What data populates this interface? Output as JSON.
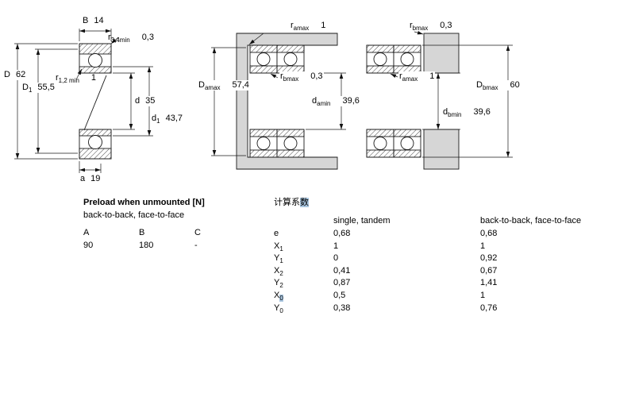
{
  "page": {
    "background": "#ffffff",
    "line_color": "#1a1a1a",
    "shading_color": "#d6d6d6"
  },
  "left_drawing": {
    "dims": {
      "B": {
        "pre": "B",
        "sub": "",
        "value": "14"
      },
      "r34": {
        "pre": "r",
        "sub": "3,4min",
        "value": "0,3"
      },
      "D": {
        "pre": "D",
        "sub": "",
        "value": "62"
      },
      "D1": {
        "pre": "D",
        "sub": "1",
        "value": "55,5"
      },
      "r12": {
        "pre": "r",
        "sub": "1,2 min",
        "value": "1"
      },
      "d": {
        "pre": "d",
        "sub": "",
        "value": "35"
      },
      "d1": {
        "pre": "d",
        "sub": "1",
        "value": "43,7"
      },
      "a": {
        "pre": "a",
        "sub": "",
        "value": "19"
      }
    }
  },
  "middle_drawing": {
    "dims": {
      "ramax": {
        "pre": "r",
        "sub": "amax",
        "value": "1"
      },
      "Damax": {
        "pre": "D",
        "sub": "amax",
        "value": "57,4"
      },
      "rbmax": {
        "pre": "r",
        "sub": "bmax",
        "value": "0,3"
      },
      "damin": {
        "pre": "d",
        "sub": "amin",
        "value": "39,6"
      }
    }
  },
  "right_drawing": {
    "dims": {
      "rbmax": {
        "pre": "r",
        "sub": "bmax",
        "value": "0,3"
      },
      "ramax": {
        "pre": "r",
        "sub": "amax",
        "value": "1"
      },
      "dbmin": {
        "pre": "d",
        "sub": "bmin",
        "value": "39,6"
      },
      "Dbmax": {
        "pre": "D",
        "sub": "bmax",
        "value": "60"
      }
    }
  },
  "preload": {
    "title": "Preload when unmounted [N]",
    "subtitle": "back-to-back, face-to-face",
    "columns": [
      "A",
      "B",
      "C"
    ],
    "values": [
      "90",
      "180",
      "-"
    ]
  },
  "factors": {
    "title_pre": "计算系",
    "title_hl": "数",
    "header1": "single, tandem",
    "header2": "back-to-back, face-to-face",
    "rows": [
      {
        "pre": "e",
        "sub": "",
        "v1": "0,68",
        "v2": "0,68"
      },
      {
        "pre": "X",
        "sub": "1",
        "v1": "1",
        "v2": "1"
      },
      {
        "pre": "Y",
        "sub": "1",
        "v1": "0",
        "v2": "0,92"
      },
      {
        "pre": "X",
        "sub": "2",
        "v1": "0,41",
        "v2": "0,67"
      },
      {
        "pre": "Y",
        "sub": "2",
        "v1": "0,87",
        "v2": "1,41"
      },
      {
        "pre": "X",
        "sub": "0",
        "v1": "0,5",
        "v2": "1"
      },
      {
        "pre": "Y",
        "sub": "0",
        "v1": "0,38",
        "v2": "0,76"
      }
    ]
  }
}
